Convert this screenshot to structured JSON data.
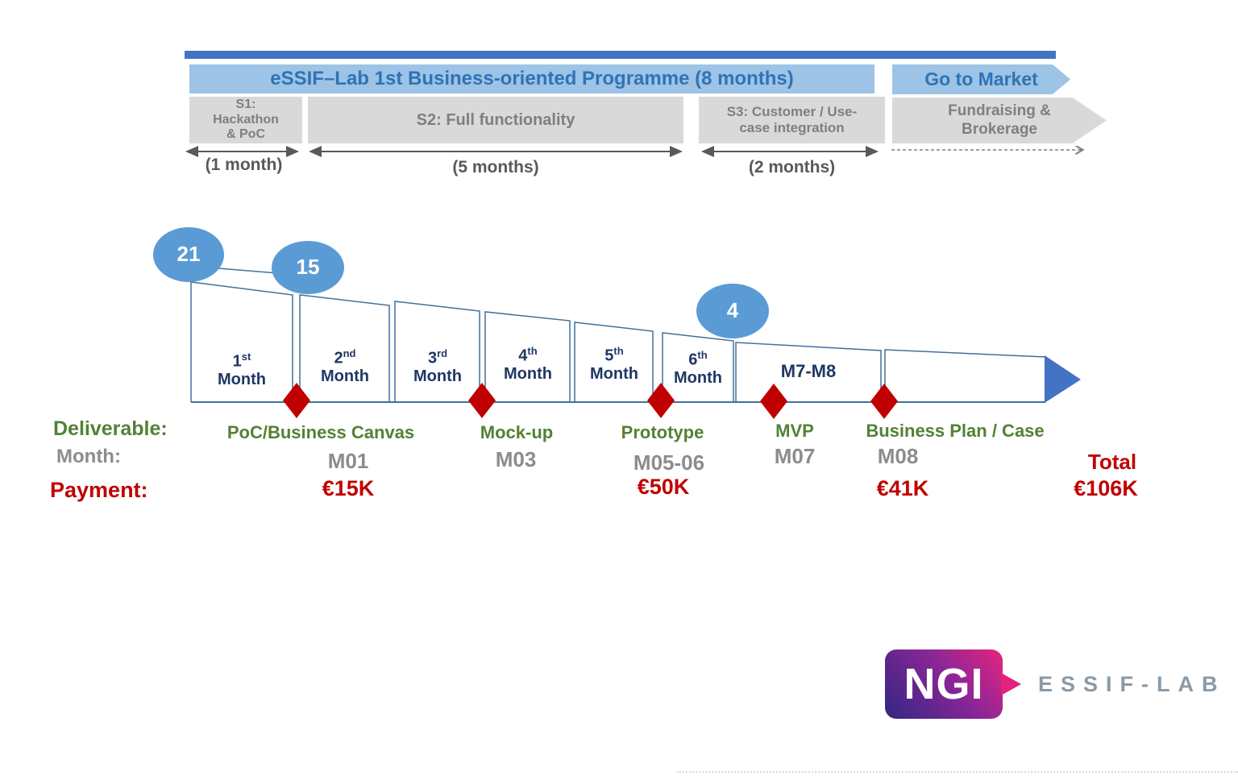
{
  "slide": {
    "banner_title": "eSSIF–Lab 1st Business-oriented Programme (8 months)",
    "go_to_market": "Go to Market",
    "stages": {
      "s1": {
        "line1": "S1:",
        "line2": "Hackathon",
        "line3": "& PoC",
        "duration": "(1 month)"
      },
      "s2": {
        "label": "S2: Full functionality",
        "duration": "(5 months)"
      },
      "s3": {
        "line1": "S3: Customer / Use-",
        "line2": "case integration",
        "duration": "(2 months)"
      },
      "s4": {
        "line1": "Fundraising &",
        "line2": "Brokerage"
      }
    },
    "funnel": {
      "counts": {
        "start": "21",
        "after_month1": "15",
        "after_month6": "4"
      },
      "months": [
        {
          "ordinal": "1",
          "suffix": "st",
          "word": "Month"
        },
        {
          "ordinal": "2",
          "suffix": "nd",
          "word": "Month"
        },
        {
          "ordinal": "3",
          "suffix": "rd",
          "word": "Month"
        },
        {
          "ordinal": "4",
          "suffix": "th",
          "word": "Month"
        },
        {
          "ordinal": "5",
          "suffix": "th",
          "word": "Month"
        },
        {
          "ordinal": "6",
          "suffix": "th",
          "word": "Month"
        },
        {
          "label": "M7-M8"
        }
      ]
    },
    "rows": {
      "deliverable_label": "Deliverable:",
      "month_label": "Month:",
      "payment_label": "Payment:",
      "milestones": [
        {
          "deliverable": "PoC/Business Canvas",
          "month": "M01",
          "payment": "€15K"
        },
        {
          "deliverable": "Mock-up",
          "month": "M03"
        },
        {
          "deliverable": "Prototype",
          "month": "M05-06",
          "payment": "€50K"
        },
        {
          "deliverable": "MVP",
          "month": "M07"
        },
        {
          "deliverable": "Business Plan / Case",
          "month": "M08",
          "payment": "€41K"
        }
      ],
      "total_label": "Total",
      "total_value": "€106K"
    },
    "logo": {
      "ngi": "NGI",
      "program": "ESSIF-LAB"
    }
  },
  "colors": {
    "bar_blue": "#4472C4",
    "banner_blue": "#9DC3E6",
    "banner_text": "#2E74B5",
    "stage_gray": "#D9D9D9",
    "stage_text": "#7F7F7F",
    "funnel_stroke": "#41719C",
    "circle_blue": "#5B9BD5",
    "diamond_red": "#C00000",
    "deliverable_green": "#538135",
    "month_gray": "#8C8C8C",
    "payment_red": "#C00000",
    "navy_text": "#1F3864"
  }
}
